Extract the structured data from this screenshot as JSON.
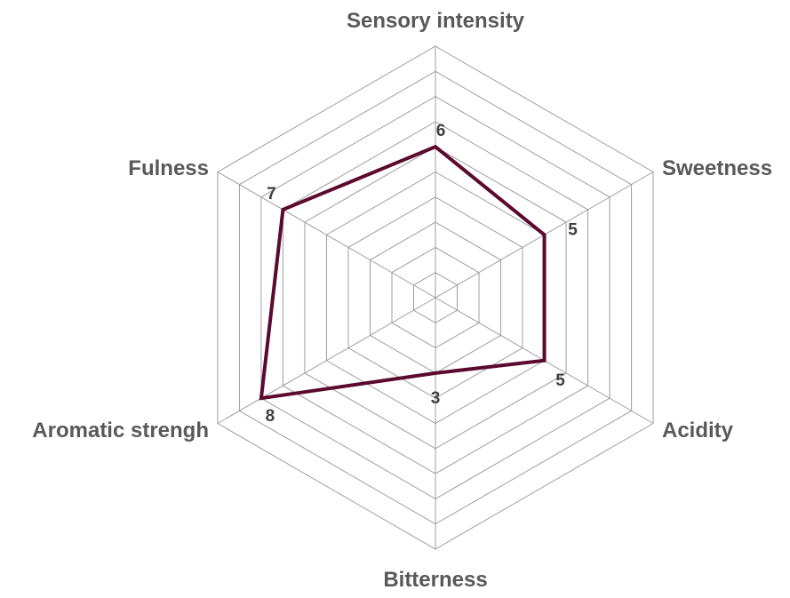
{
  "chart_data": {
    "type": "radar",
    "categories": [
      "Sensory intensity",
      "Sweetness",
      "Acidity",
      "Bitterness",
      "Aromatic strengh",
      "Fulness"
    ],
    "series": [
      {
        "values": [
          6,
          5,
          5,
          3,
          8,
          7
        ],
        "color": "#5b0a2e"
      }
    ],
    "rlim": [
      0,
      10
    ],
    "rings": 10,
    "grid": true,
    "legend": "none"
  }
}
